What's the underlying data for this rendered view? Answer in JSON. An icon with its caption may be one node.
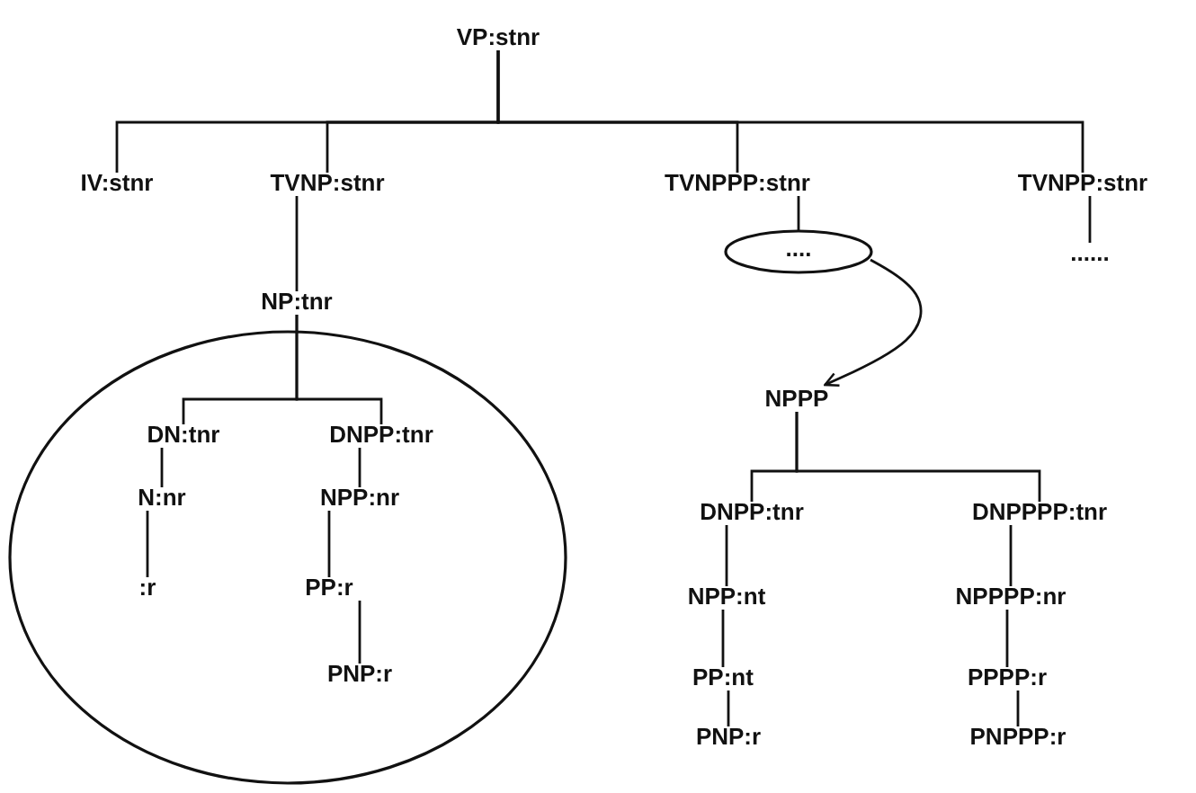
{
  "diagram": {
    "nodes": [
      {
        "text": [
          "VP:stnr"
        ]
      },
      {
        "text": [
          "IV:stnr"
        ]
      },
      {
        "text": [
          "TVNP:stnr"
        ]
      },
      {
        "text": [
          "TVNPPP:stnr"
        ]
      },
      {
        "text": [
          "TVNPP:stnr"
        ]
      },
      {
        "text": [
          "...."
        ]
      },
      {
        "text": [
          "......"
        ]
      },
      {
        "text": [
          "NP:tnr"
        ]
      },
      {
        "text": [],
        "shape": "circle"
      },
      {
        "text": [
          "DN:tnr"
        ],
        "in": 8
      },
      {
        "text": [
          "DNPP:tnr"
        ],
        "in": 8
      },
      {
        "text": [
          "N:nr"
        ],
        "in": 8
      },
      {
        "text": [
          "NPP:nr"
        ],
        "in": 8
      },
      {
        "text": [
          ":r"
        ],
        "in": 8
      },
      {
        "text": [
          "PP:r"
        ],
        "in": 8
      },
      {
        "text": [
          "PNP:r"
        ],
        "in": 8
      },
      {
        "text": [
          "NPPP"
        ]
      },
      {
        "text": [
          "DNPP:tnr"
        ]
      },
      {
        "text": [
          "DNPPPP:tnr"
        ]
      },
      {
        "text": [
          "NPP:nt"
        ]
      },
      {
        "text": [
          "NPPPP:nr"
        ]
      },
      {
        "text": [
          "PP:nt"
        ]
      },
      {
        "text": [
          "PPPP:r"
        ]
      },
      {
        "text": [
          "PNP:r"
        ]
      },
      {
        "text": [
          "PNPPP:r"
        ]
      }
    ],
    "edges": [
      {
        "from": 0,
        "to": 1,
        "arrow": "none"
      },
      {
        "from": 0,
        "to": 2,
        "arrow": "none"
      },
      {
        "from": 0,
        "to": 3,
        "arrow": "none"
      },
      {
        "from": 0,
        "to": 4,
        "arrow": "none"
      },
      {
        "from": 2,
        "to": 7,
        "arrow": "none"
      },
      {
        "from": 3,
        "to": 5,
        "arrow": "none"
      },
      {
        "from": 4,
        "to": 6,
        "arrow": "none"
      },
      {
        "from": 5,
        "to": 16,
        "arrow": "to"
      },
      {
        "from": 7,
        "to": 9,
        "arrow": "none"
      },
      {
        "from": 7,
        "to": 10,
        "arrow": "none"
      },
      {
        "from": 9,
        "to": 11,
        "arrow": "none"
      },
      {
        "from": 11,
        "to": 13,
        "arrow": "none"
      },
      {
        "from": 10,
        "to": 12,
        "arrow": "none"
      },
      {
        "from": 12,
        "to": 14,
        "arrow": "none"
      },
      {
        "from": 14,
        "to": 15,
        "arrow": "none"
      },
      {
        "from": 16,
        "to": 17,
        "arrow": "none"
      },
      {
        "from": 16,
        "to": 18,
        "arrow": "none"
      },
      {
        "from": 17,
        "to": 19,
        "arrow": "none"
      },
      {
        "from": 19,
        "to": 21,
        "arrow": "none"
      },
      {
        "from": 21,
        "to": 23,
        "arrow": "none"
      },
      {
        "from": 18,
        "to": 20,
        "arrow": "none"
      },
      {
        "from": 20,
        "to": 22,
        "arrow": "none"
      },
      {
        "from": 22,
        "to": 24,
        "arrow": "none"
      }
    ]
  }
}
